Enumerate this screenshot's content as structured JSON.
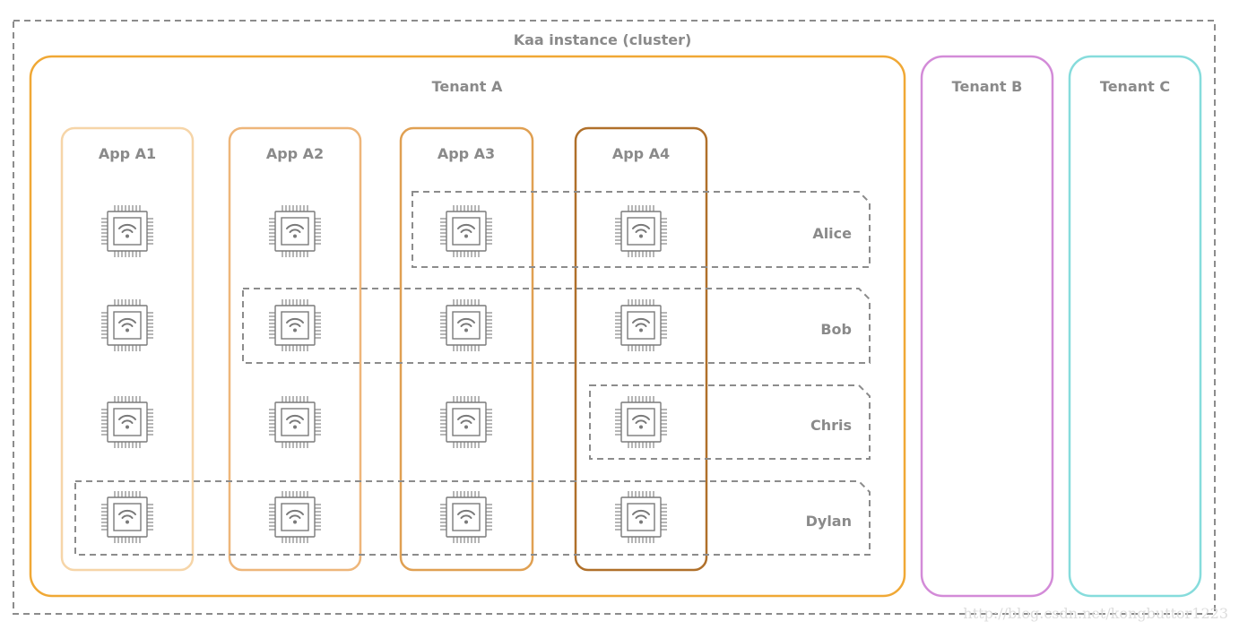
{
  "cluster": {
    "title": "Kaa instance (cluster)"
  },
  "tenants": [
    {
      "label": "Tenant A",
      "color": "#f0a835"
    },
    {
      "label": "Tenant B",
      "color": "#d38bd8"
    },
    {
      "label": "Tenant C",
      "color": "#86dcdc"
    }
  ],
  "apps": [
    {
      "label": "App A1",
      "color": "#f6d5a8"
    },
    {
      "label": "App A2",
      "color": "#eeb67a"
    },
    {
      "label": "App A3",
      "color": "#e0a052"
    },
    {
      "label": "App A4",
      "color": "#b0702a"
    }
  ],
  "users": [
    {
      "label": "Alice"
    },
    {
      "label": "Bob"
    },
    {
      "label": "Chris"
    },
    {
      "label": "Dylan"
    }
  ],
  "device_icon": "chip-wifi-icon",
  "device_count": 16,
  "watermark": "http://blog.csdn.net/kongbuttor1223"
}
